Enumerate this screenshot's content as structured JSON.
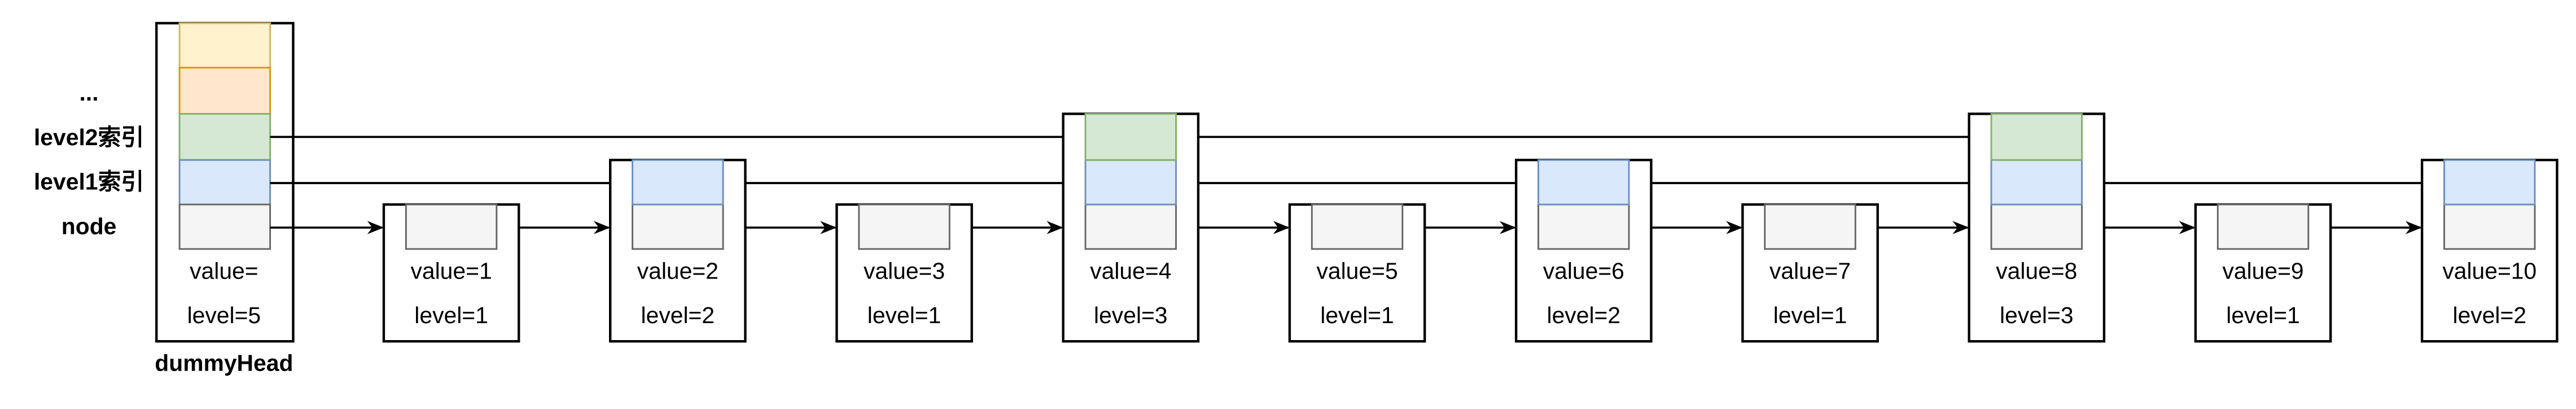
{
  "row_labels": {
    "more": "...",
    "level2": "level2索引",
    "level1": "level1索引",
    "node": "node"
  },
  "dummy_head": {
    "caption": "dummyHead",
    "value_text": "value=",
    "level_text": "level=5",
    "level": 5
  },
  "nodes": [
    {
      "value_text": "value=1",
      "level_text": "level=1",
      "value": 1,
      "level": 1
    },
    {
      "value_text": "value=2",
      "level_text": "level=2",
      "value": 2,
      "level": 2
    },
    {
      "value_text": "value=3",
      "level_text": "level=1",
      "value": 3,
      "level": 1
    },
    {
      "value_text": "value=4",
      "level_text": "level=3",
      "value": 4,
      "level": 3
    },
    {
      "value_text": "value=5",
      "level_text": "level=1",
      "value": 5,
      "level": 1
    },
    {
      "value_text": "value=6",
      "level_text": "level=2",
      "value": 6,
      "level": 2
    },
    {
      "value_text": "value=7",
      "level_text": "level=1",
      "value": 7,
      "level": 1
    },
    {
      "value_text": "value=8",
      "level_text": "level=3",
      "value": 8,
      "level": 3
    },
    {
      "value_text": "value=9",
      "level_text": "level=1",
      "value": 9,
      "level": 1
    },
    {
      "value_text": "value=10",
      "level_text": "level=2",
      "value": 10,
      "level": 2
    }
  ],
  "colors": {
    "node": {
      "fill": "#f5f5f5",
      "stroke": "#666666"
    },
    "level1": {
      "fill": "#dae8fc",
      "stroke": "#6c8ebf"
    },
    "level2": {
      "fill": "#d5e8d4",
      "stroke": "#82b366"
    },
    "level3": {
      "fill": "#ffe6cc",
      "stroke": "#d79b00"
    },
    "level4": {
      "fill": "#fff2cc",
      "stroke": "#d6b656"
    },
    "outline": "#000000"
  }
}
